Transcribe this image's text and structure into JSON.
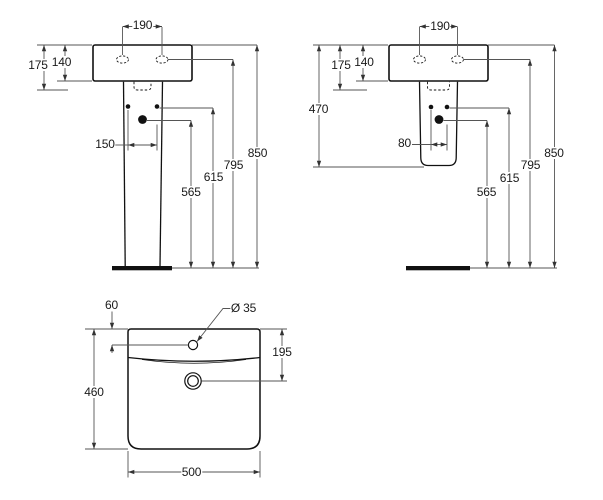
{
  "document": {
    "type": "technical-dimension-drawing",
    "subject": "pedestal washbasin"
  },
  "views": {
    "front_full": {
      "label": "front view with full pedestal",
      "dims": {
        "tap_spacing": "190",
        "height_total": "175",
        "height_front": "140",
        "fixing_spacing": "150",
        "waste_height": "565",
        "fixing_height": "615",
        "tap_height": "795",
        "rim_height": "850"
      }
    },
    "front_half": {
      "label": "front view with half pedestal",
      "dims": {
        "tap_spacing": "190",
        "height_total": "175",
        "height_front": "140",
        "pedestal_length": "470",
        "fixing_spacing": "80",
        "waste_height": "565",
        "fixing_height": "615",
        "tap_height": "795",
        "rim_height": "850"
      }
    },
    "plan": {
      "label": "plan view",
      "dims": {
        "tap_offset": "60",
        "tap_diameter": "Ø 35",
        "waste_offset": "195",
        "depth": "460",
        "width": "500"
      }
    }
  },
  "colors": {
    "outline": "#111111",
    "dimension_line": "#555555",
    "arrow": "#333333",
    "background": "#ffffff"
  }
}
